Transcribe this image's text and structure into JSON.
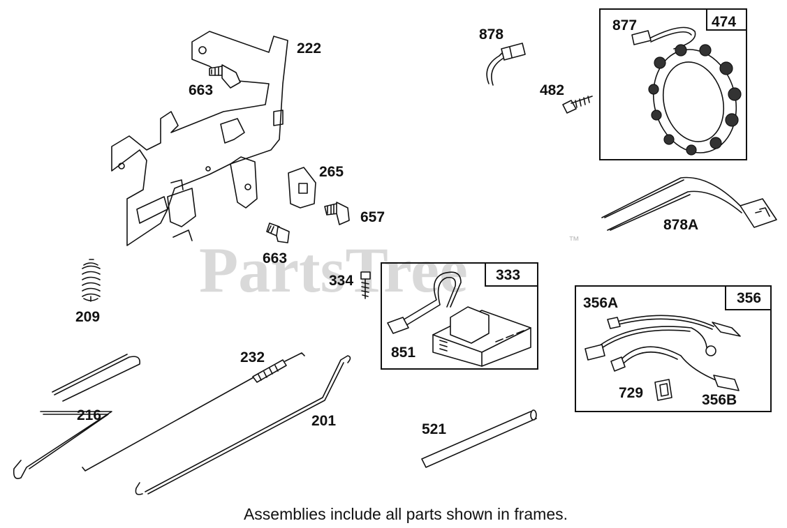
{
  "watermark": {
    "text": "PartsTree",
    "trademark": "™"
  },
  "callouts": {
    "p222": "222",
    "p663a": "663",
    "p265": "265",
    "p657": "657",
    "p663b": "663",
    "p209": "209",
    "p334": "334",
    "p232": "232",
    "p216": "216",
    "p201": "201",
    "p521": "521",
    "p878": "878",
    "p482": "482",
    "p878a": "878A",
    "p877": "877",
    "p851": "851",
    "p356a": "356A",
    "p729": "729",
    "p356b": "356B"
  },
  "frames": {
    "f474": "474",
    "f333": "333",
    "f356": "356"
  },
  "footer": {
    "note": "Assemblies include all parts shown in frames."
  }
}
